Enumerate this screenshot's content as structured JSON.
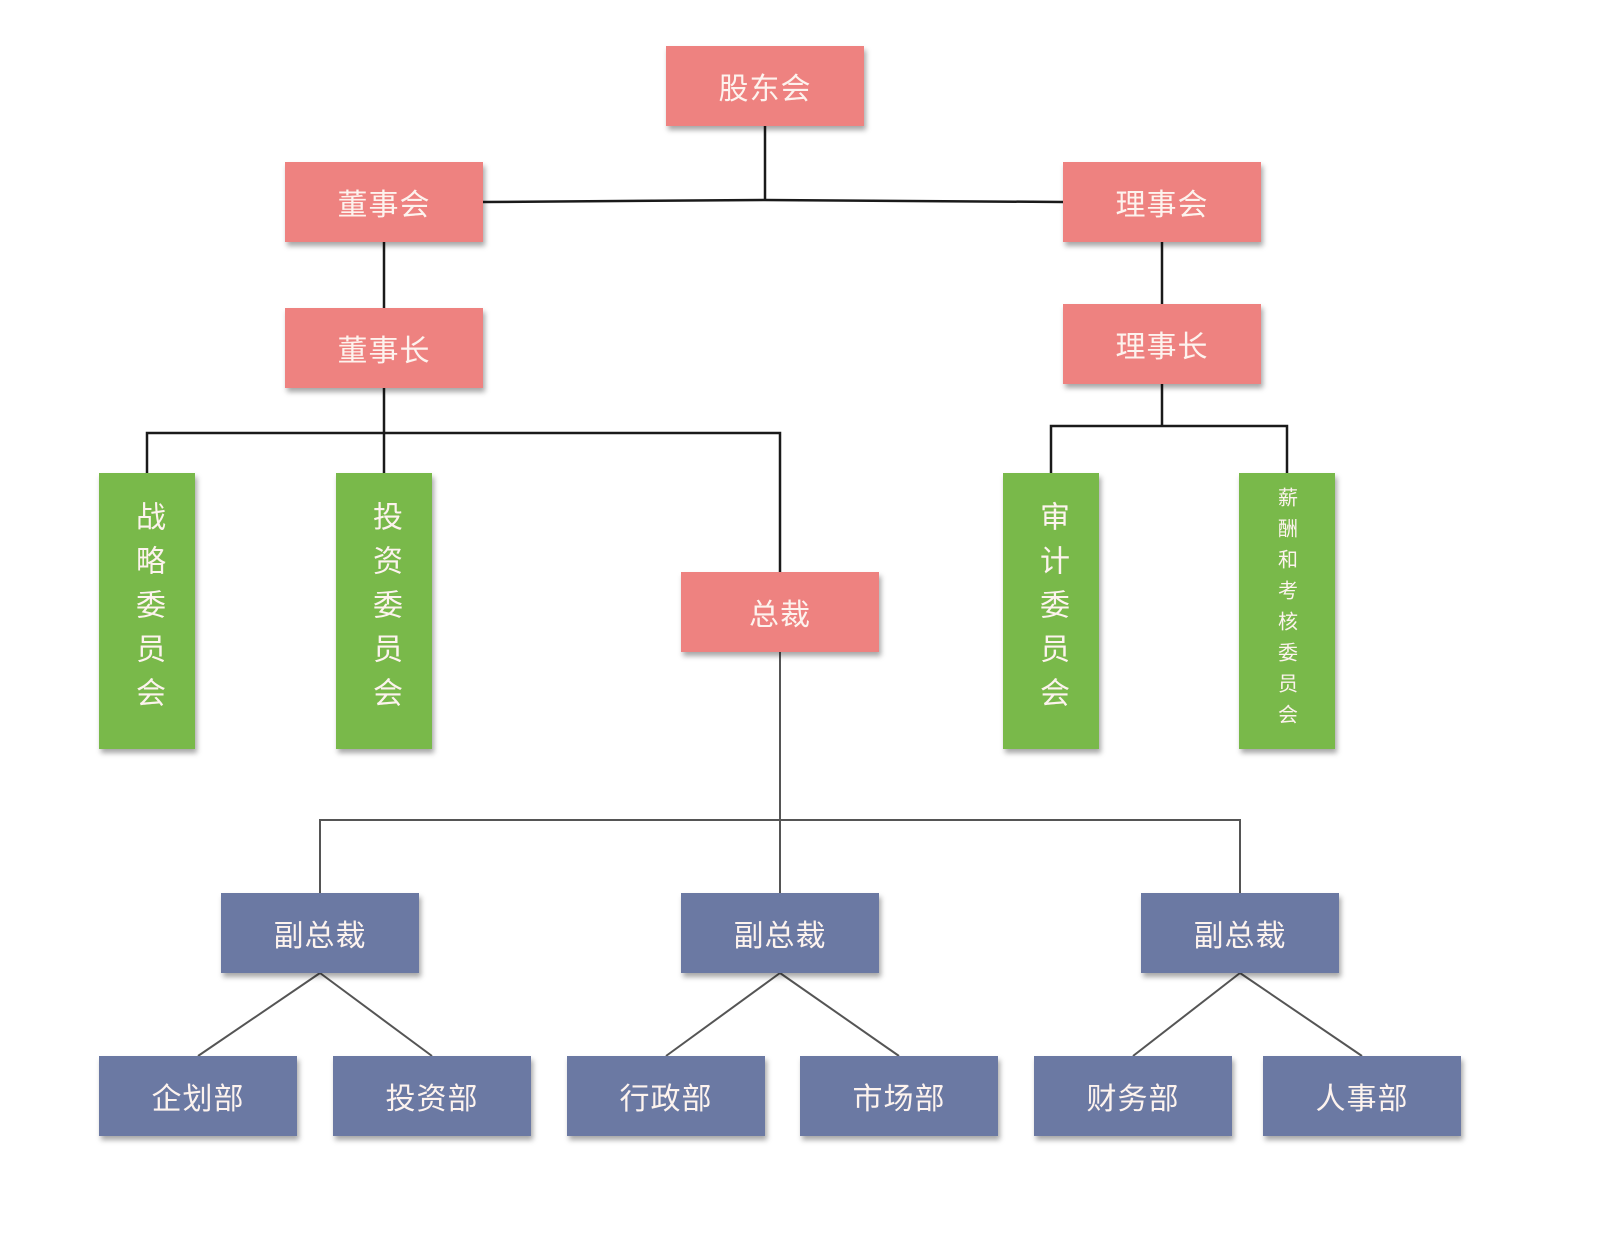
{
  "diagram": {
    "type": "org-chart",
    "colors": {
      "governance": "#ee8280",
      "committee": "#79b94a",
      "executive": "#6b79a3",
      "connector": "#1a1a1a",
      "text": "#fdf3ee"
    },
    "nodes": {
      "shareholders": "股东会",
      "board": "董事会",
      "council": "理事会",
      "chairman": "董事长",
      "council_chair": "理事长",
      "strategy_committee": "战略委员会",
      "investment_committee": "投资委员会",
      "president": "总裁",
      "audit_committee": "审计委员会",
      "compensation_committee": "薪酬和考核委员会",
      "vp_1": "副总裁",
      "vp_2": "副总裁",
      "vp_3": "副总裁",
      "planning_dept": "企划部",
      "investment_dept": "投资部",
      "admin_dept": "行政部",
      "marketing_dept": "市场部",
      "finance_dept": "财务部",
      "hr_dept": "人事部"
    },
    "edges": [
      [
        "shareholders",
        "board"
      ],
      [
        "shareholders",
        "council"
      ],
      [
        "board",
        "chairman"
      ],
      [
        "council",
        "council_chair"
      ],
      [
        "chairman",
        "strategy_committee"
      ],
      [
        "chairman",
        "investment_committee"
      ],
      [
        "chairman",
        "president"
      ],
      [
        "council_chair",
        "audit_committee"
      ],
      [
        "council_chair",
        "compensation_committee"
      ],
      [
        "president",
        "vp_1"
      ],
      [
        "president",
        "vp_2"
      ],
      [
        "president",
        "vp_3"
      ],
      [
        "vp_1",
        "planning_dept"
      ],
      [
        "vp_1",
        "investment_dept"
      ],
      [
        "vp_2",
        "admin_dept"
      ],
      [
        "vp_2",
        "marketing_dept"
      ],
      [
        "vp_3",
        "finance_dept"
      ],
      [
        "vp_3",
        "hr_dept"
      ]
    ]
  }
}
